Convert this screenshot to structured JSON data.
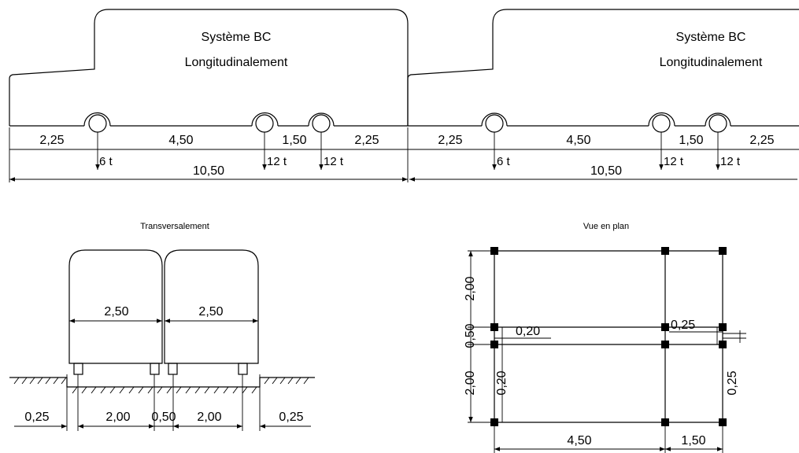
{
  "longitudinal": {
    "title_line1": "Système BC",
    "title_line2": "Longitudinalement",
    "segments": [
      "2,25",
      "4,50",
      "1,50",
      "2,25"
    ],
    "total": "10,50",
    "loads": [
      "6 t",
      "12 t",
      "12 t"
    ]
  },
  "transversal": {
    "title": "Transversalement",
    "widths": [
      "2,50",
      "2,50"
    ],
    "bottom": [
      "0,25",
      "2,00",
      "0,50",
      "2,00",
      "0,25"
    ]
  },
  "plan": {
    "title": "Vue en plan",
    "left_dims": [
      "2,00",
      "0,50",
      "2,00"
    ],
    "inner_left_top": "0,20",
    "inner_left_vertical": "0,20",
    "inner_right_top": "0,25",
    "inner_right_vertical": "0,25",
    "bottom_dims": [
      "4,50",
      "1,50"
    ]
  }
}
